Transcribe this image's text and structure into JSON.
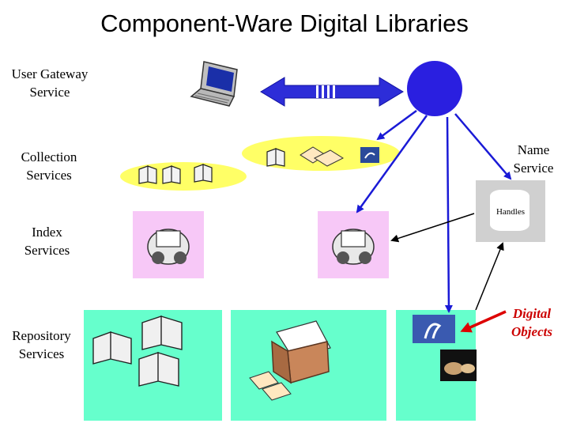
{
  "title": "Component-Ware Digital Libraries",
  "labels": {
    "user_gateway_line1": "User Gateway",
    "user_gateway_line2": "Service",
    "collection_line1": "Collection",
    "collection_line2": "Services",
    "index_line1": "Index",
    "index_line2": "Services",
    "repository_line1": "Repository",
    "repository_line2": "Services",
    "name_line1": "Name",
    "name_line2": "Service",
    "handles": "Handles",
    "digital_line1": "Digital",
    "digital_line2": "Objects"
  },
  "colors": {
    "pink_box": "#f7c8f7",
    "aqua_box": "#66ffcc",
    "yellow_ellipse": "#ffff66",
    "blue_arrow": "#1a1ad6",
    "red_arrow": "#dd0000",
    "globe": "#2a1fe0"
  },
  "icons": [
    "laptop-icon",
    "rolodex-icon",
    "book-icon",
    "mail-box-icon",
    "bird-photo-icon",
    "animal-photo-icon",
    "globe-icon",
    "handles-database-icon"
  ]
}
